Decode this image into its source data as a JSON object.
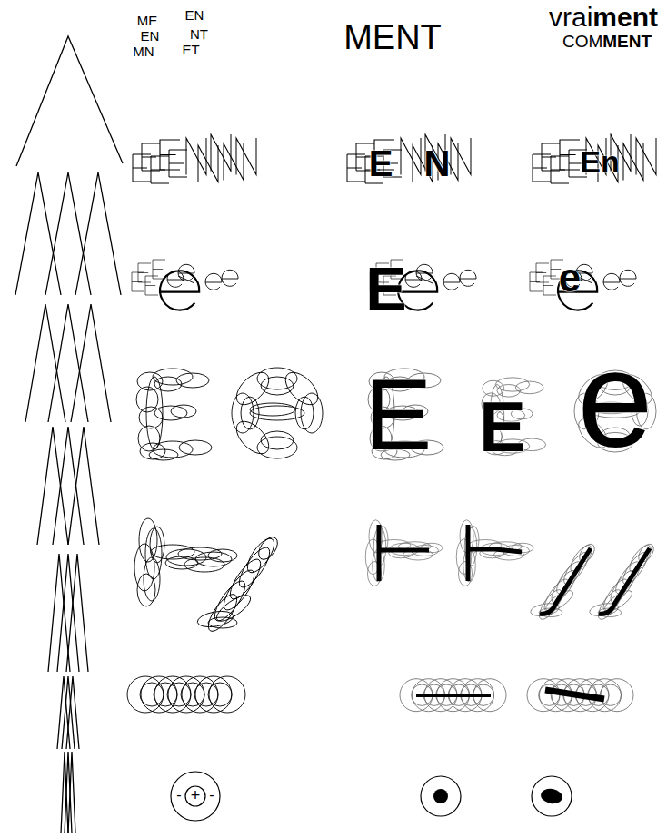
{
  "diagram": {
    "labels": [
      "ME",
      "EN",
      "EN",
      "NT",
      "MN",
      "ET",
      "MENT",
      "vrai",
      "ment",
      "COM",
      "MENT",
      "E",
      "N",
      "En",
      "E",
      "e",
      "E",
      "E",
      "e",
      "-",
      "+",
      "-"
    ]
  }
}
